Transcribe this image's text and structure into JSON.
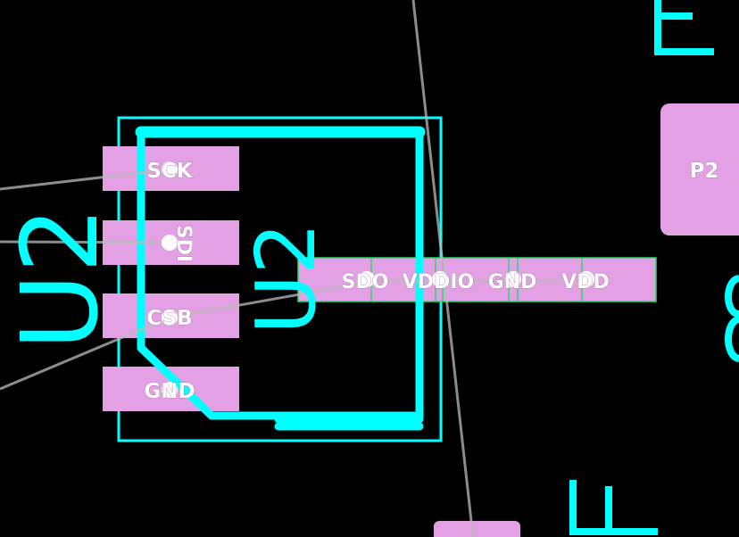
{
  "pcb": {
    "colors": {
      "background": "#000000",
      "silkscreen": "#00ffff",
      "pad": "#e4a0e4",
      "pad_outline": "#22dd66",
      "ratsnest": "#bbbbbb",
      "via": "#ffffff"
    },
    "refdes_left": "U2",
    "refdes_inner": "U2",
    "pads_left": [
      {
        "label": "SCK",
        "rotated": false
      },
      {
        "label": "SDI",
        "rotated": true
      },
      {
        "label": "CSB",
        "rotated": false
      },
      {
        "label": "GND",
        "rotated": false
      }
    ],
    "header_pins": [
      "SDO",
      "VDDIO",
      "GND",
      "VDD"
    ],
    "pad_p2_label": "P2"
  }
}
